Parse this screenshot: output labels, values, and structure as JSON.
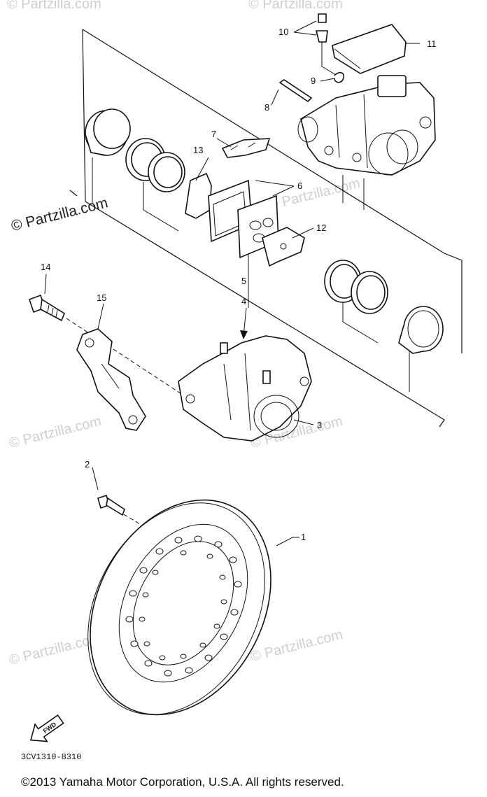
{
  "watermarks": {
    "main": "© Partzilla.com",
    "faint": "© Partzilla.com"
  },
  "callouts": [
    "1",
    "2",
    "3",
    "4",
    "5",
    "6",
    "7",
    "8",
    "9",
    "10",
    "11",
    "12",
    "13",
    "14",
    "15"
  ],
  "fwd_label": "FWD",
  "diagram_code": "3CV1310-8310",
  "copyright": "©2013  Yamaha Motor Corporation, U.S.A. All rights reserved."
}
